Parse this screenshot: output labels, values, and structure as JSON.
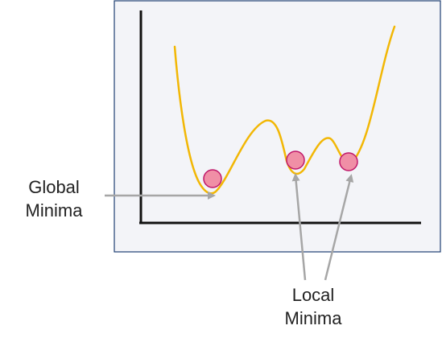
{
  "diagram": {
    "labels": {
      "global_line1": "Global",
      "global_line2": "Minima",
      "local_line1": "Local",
      "local_line2": "Minima"
    },
    "colors": {
      "panel_fill": "#f3f4f8",
      "panel_border": "#1f3f73",
      "axis": "#111111",
      "curve": "#f2b705",
      "marker_fill": "#f08fa6",
      "marker_stroke": "#c0186a",
      "arrow": "#a6a6a6"
    },
    "markers": [
      "global-minimum-marker",
      "local-minimum-marker",
      "local-minimum-marker"
    ]
  }
}
